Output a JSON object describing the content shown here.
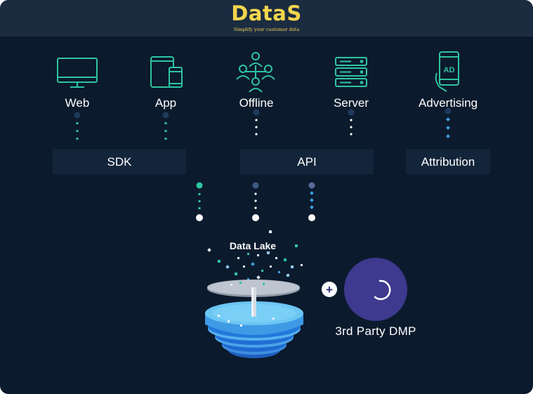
{
  "header": {
    "logo": "DataS",
    "tagline": "Simplify your customer data"
  },
  "sources": [
    {
      "label": "Web",
      "icon": "monitor-icon"
    },
    {
      "label": "App",
      "icon": "tablet-phone-icon"
    },
    {
      "label": "Offline",
      "icon": "people-network-icon"
    },
    {
      "label": "Server",
      "icon": "server-icon"
    },
    {
      "label": "Advertising",
      "icon": "ad-phone-icon",
      "icon_text": "AD"
    }
  ],
  "integrations": [
    "SDK",
    "API",
    "Attribution"
  ],
  "data_lake": {
    "label": "Data Lake",
    "icon": "data-lake-icon"
  },
  "third_party": {
    "label": "3rd Party DMP",
    "plus": "+",
    "icon": "dmp-circle-icon"
  },
  "colors": {
    "background": "#0c1a2d",
    "header": "#1b2c41",
    "logo": "#f4d64d",
    "accent_teal": "#2ec4a0",
    "accent_blue": "#3fa3df",
    "dmp_purple": "#3d3a8f"
  }
}
